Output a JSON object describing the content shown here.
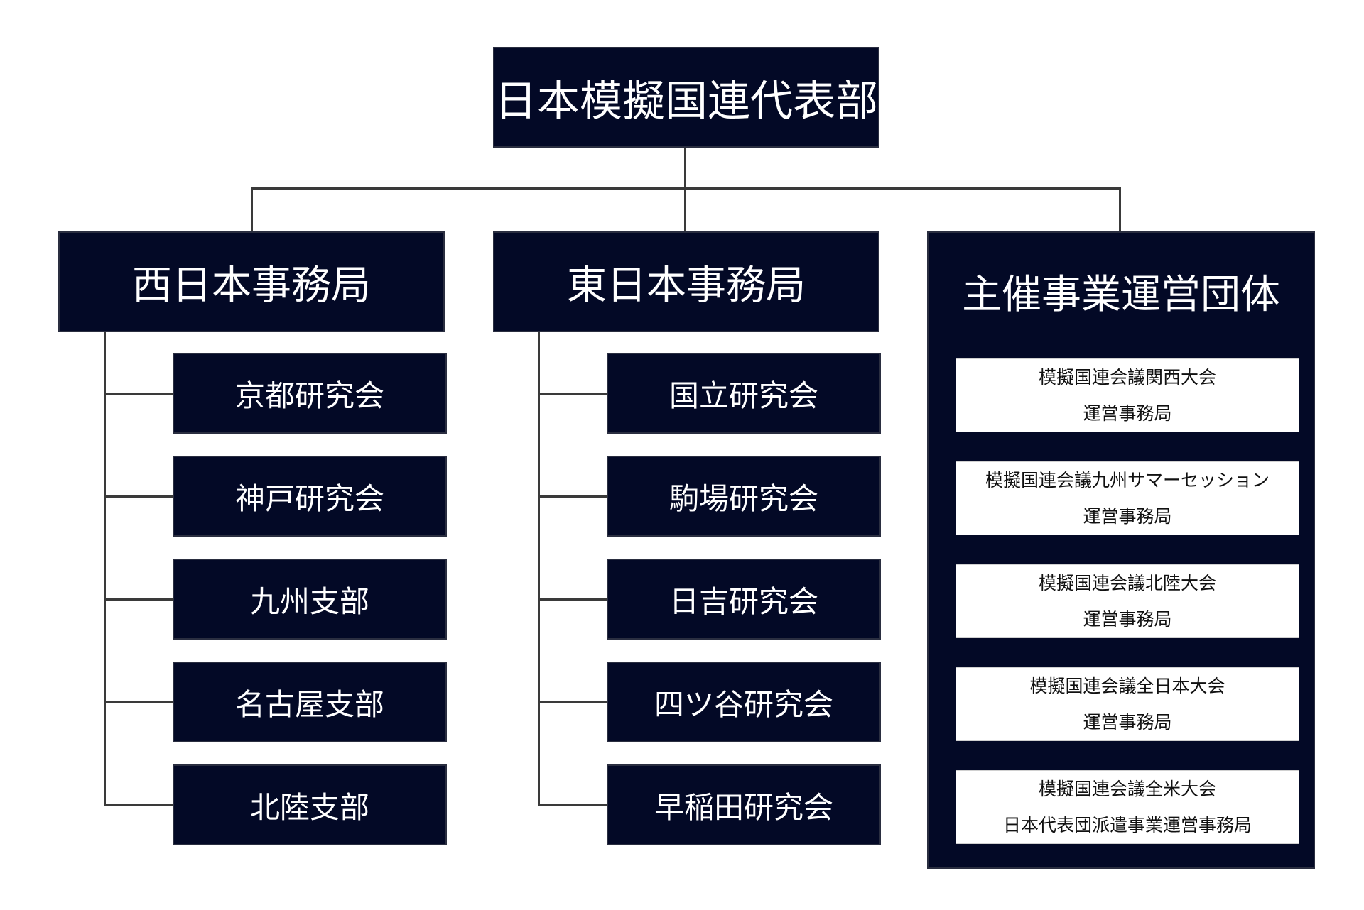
{
  "root": {
    "label": "日本模擬国連代表部"
  },
  "west": {
    "label": "西日本事務局",
    "children": [
      "京都研究会",
      "神戸研究会",
      "九州支部",
      "名古屋支部",
      "北陸支部"
    ]
  },
  "east": {
    "label": "東日本事務局",
    "children": [
      "国立研究会",
      "駒場研究会",
      "日吉研究会",
      "四ツ谷研究会",
      "早稲田研究会"
    ]
  },
  "organizers": {
    "label": "主催事業運営団体",
    "items": [
      {
        "line1": "模擬国連会議関西大会",
        "line2": "運営事務局"
      },
      {
        "line1": "模擬国連会議九州サマーセッション",
        "line2": "運営事務局"
      },
      {
        "line1": "模擬国連会議北陸大会",
        "line2": "運営事務局"
      },
      {
        "line1": "模擬国連会議全日本大会",
        "line2": "運営事務局"
      },
      {
        "line1": "模擬国連会議全米大会",
        "line2": "日本代表団派遣事業運営事務局"
      }
    ]
  },
  "colors": {
    "box_fill": "#030926",
    "line": "#3a3a3a",
    "text_on_dark": "#ffffff"
  }
}
